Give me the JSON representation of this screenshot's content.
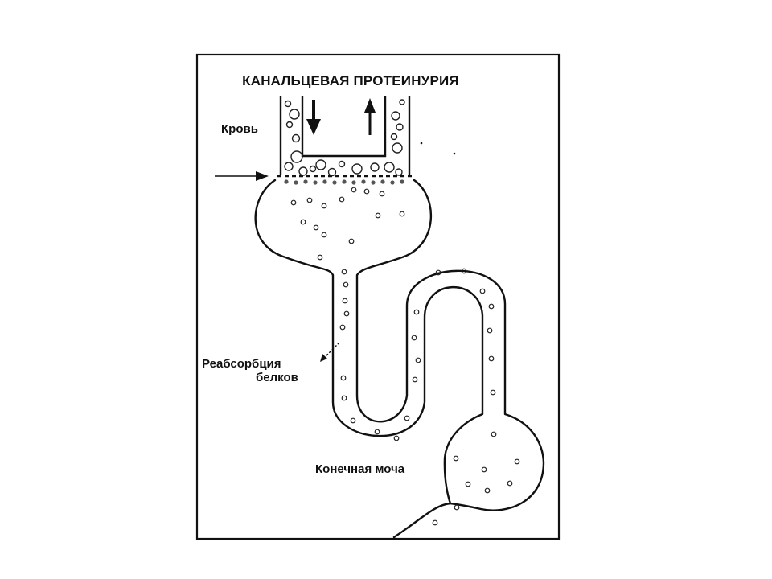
{
  "diagram": {
    "title": "КАНАЛЬЦЕВАЯ ПРОТЕИНУРИЯ",
    "labels": {
      "blood": "Кровь",
      "reabsorption_line1": "Реабсорбция",
      "reabsorption_line2": "белков",
      "final_urine": "Конечная моча"
    },
    "colors": {
      "ink": "#111111",
      "background": "#ffffff"
    }
  }
}
